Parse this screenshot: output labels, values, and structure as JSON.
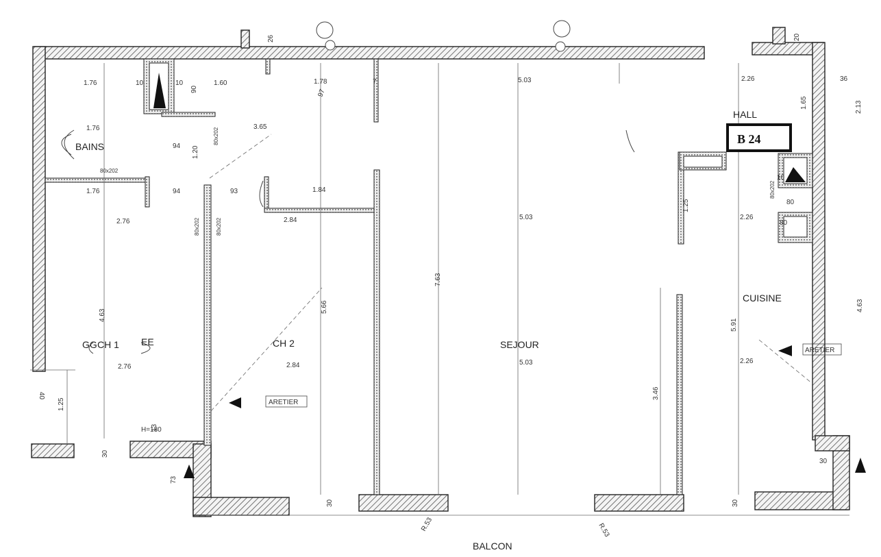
{
  "plan": {
    "unit_code": "B 24",
    "rooms": {
      "bains": "BAINS",
      "hall": "HALL",
      "ch1": "CH 1",
      "ch2": "CH 2",
      "sejour": "SEJOUR",
      "cuisine": "CUISINE",
      "balcon": "BALCON"
    },
    "annotations": {
      "aretier_1": "ARETIER",
      "aretier_2": "ARETIER",
      "h180": "H=180",
      "gg": "GG",
      "ee": "EE"
    },
    "dimensions": {
      "d_1_76_top": "1.76",
      "d_1_76_mid": "1.76",
      "d_1_76_low": "1.76",
      "d_1_60": "1.60",
      "d_1_78": "1.78",
      "d_5_03_top": "5.03",
      "d_5_03_mid": "5.03",
      "d_5_03_low": "5.03",
      "d_2_26_top": "2.26",
      "d_2_26_mid": "2.26",
      "d_2_26_low": "2.26",
      "d_3_65": "3.65",
      "d_94_a": "94",
      "d_94_b": "94",
      "d_93": "93",
      "d_1_84": "1.84",
      "d_2_84_a": "2.84",
      "d_2_84_b": "2.84",
      "d_2_76_a": "2.76",
      "d_2_76_b": "2.76",
      "d_4_63_left": "4.63",
      "d_5_66": "5.66",
      "d_7_63": "7.63",
      "d_5_91": "5.91",
      "d_3_46": "3.46",
      "d_4_63_right": "4.63",
      "d_2_13": "2.13",
      "d_1_65": "1.65",
      "d_1_25_a": "1.25",
      "d_1_25_b": "1.25",
      "d_1_20": "1.20",
      "d_30_a": "30",
      "d_30_b": "30",
      "d_30_c": "30",
      "d_30_d": "30",
      "d_73": "73",
      "d_90": "90",
      "d_80_a": "80",
      "d_80_b": "80",
      "d_10_a": "10",
      "d_10_b": "10",
      "d_10_c": "10",
      "d_36": "36",
      "d_26": "26",
      "d_20": "20",
      "d_7": "7",
      "d_97": "97",
      "d_40": "40",
      "d_13": "13",
      "d_r53": "R.53",
      "d_r53b": "R.53",
      "d_80x202_a": "80x202",
      "d_80x202_b": "80x202",
      "d_80x202_c": "80x202",
      "d_80x202_d": "80x202",
      "d_80x202_e": "80x202"
    },
    "colors": {
      "wall": "#2a2a2a",
      "hatch": "#6a6a6a",
      "fill": "#f2f2f2",
      "line": "#555555"
    }
  }
}
